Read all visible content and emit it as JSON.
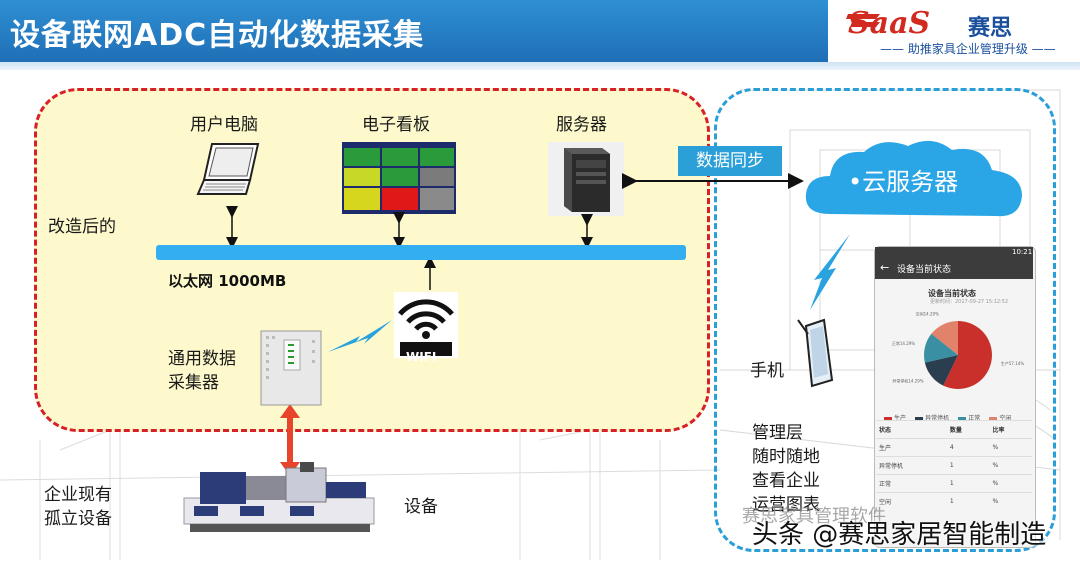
{
  "header": {
    "title": "设备联网ADC自动化数据采集",
    "logo_word": "SaaS",
    "logo_cn": "赛思",
    "logo_sub": "—— 助推家具企业管理升级 ——"
  },
  "labels": {
    "after": "改造后的",
    "pc": "用户电脑",
    "board": "电子看板",
    "server": "服务器",
    "ethernet": "以太网 1000MB",
    "collector_line1": "通用数据",
    "collector_line2": "采集器",
    "wifi": "WIFI",
    "sync": "数据同步",
    "cloud": "•云服务器",
    "phone": "手机",
    "mgmt_line1": "管理层",
    "mgmt_line2": "随时随地",
    "mgmt_line3": "查看企业",
    "mgmt_line4": "运营图表",
    "existing_line1": "企业现有",
    "existing_line2": "孤立设备",
    "device": "设备"
  },
  "phone": {
    "app_title": "设备当前状态",
    "time": "10:21",
    "chart_title": "设备当前状态",
    "date": "更新时间：2017-09-27 15:12:52",
    "legend": [
      {
        "name": "生产",
        "color": "#c9302c"
      },
      {
        "name": "异常停机",
        "color": "#2b3e50"
      },
      {
        "name": "正常",
        "color": "#3a8fa3"
      },
      {
        "name": "空闲",
        "color": "#e1826a"
      }
    ],
    "table_headers": [
      "状态",
      "数量",
      "比率"
    ],
    "table_rows": [
      [
        "生产",
        "4",
        "%"
      ],
      [
        "异常停机",
        "1",
        "%"
      ],
      [
        "正常",
        "1",
        "%"
      ],
      [
        "空闲",
        "1",
        "%"
      ]
    ]
  },
  "chart_data": {
    "type": "pie",
    "title": "设备当前状态",
    "categories": [
      "生产",
      "异常停机",
      "正常",
      "空闲"
    ],
    "values": [
      57.14,
      14.29,
      14.29,
      14.29
    ],
    "slice_labels": [
      "生产57.14%",
      "异常停机14.29%",
      "正常14.29%",
      "空闲14.29%"
    ],
    "colors": [
      "#c9302c",
      "#2b3e50",
      "#3a8fa3",
      "#e1826a"
    ]
  },
  "watermark": "赛思家具管理软件",
  "credit": "头条 @赛思家居智能制造"
}
